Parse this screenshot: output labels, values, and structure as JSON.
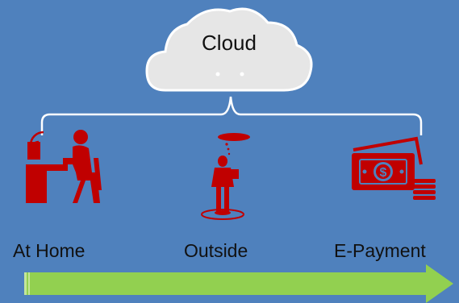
{
  "cloud": {
    "label": "Cloud"
  },
  "nodes": [
    {
      "label": "At Home",
      "icon": "person-at-desk-wifi-icon"
    },
    {
      "label": "Outside",
      "icon": "person-with-laptop-thinking-icon"
    },
    {
      "label": "E-Payment",
      "icon": "cash-payment-icon"
    }
  ],
  "colors": {
    "background": "#4f81bd",
    "icon": "#c00000",
    "arrow": "#92d050",
    "cloud_fill": "#e6e6e6",
    "bracket": "#ffffff"
  }
}
